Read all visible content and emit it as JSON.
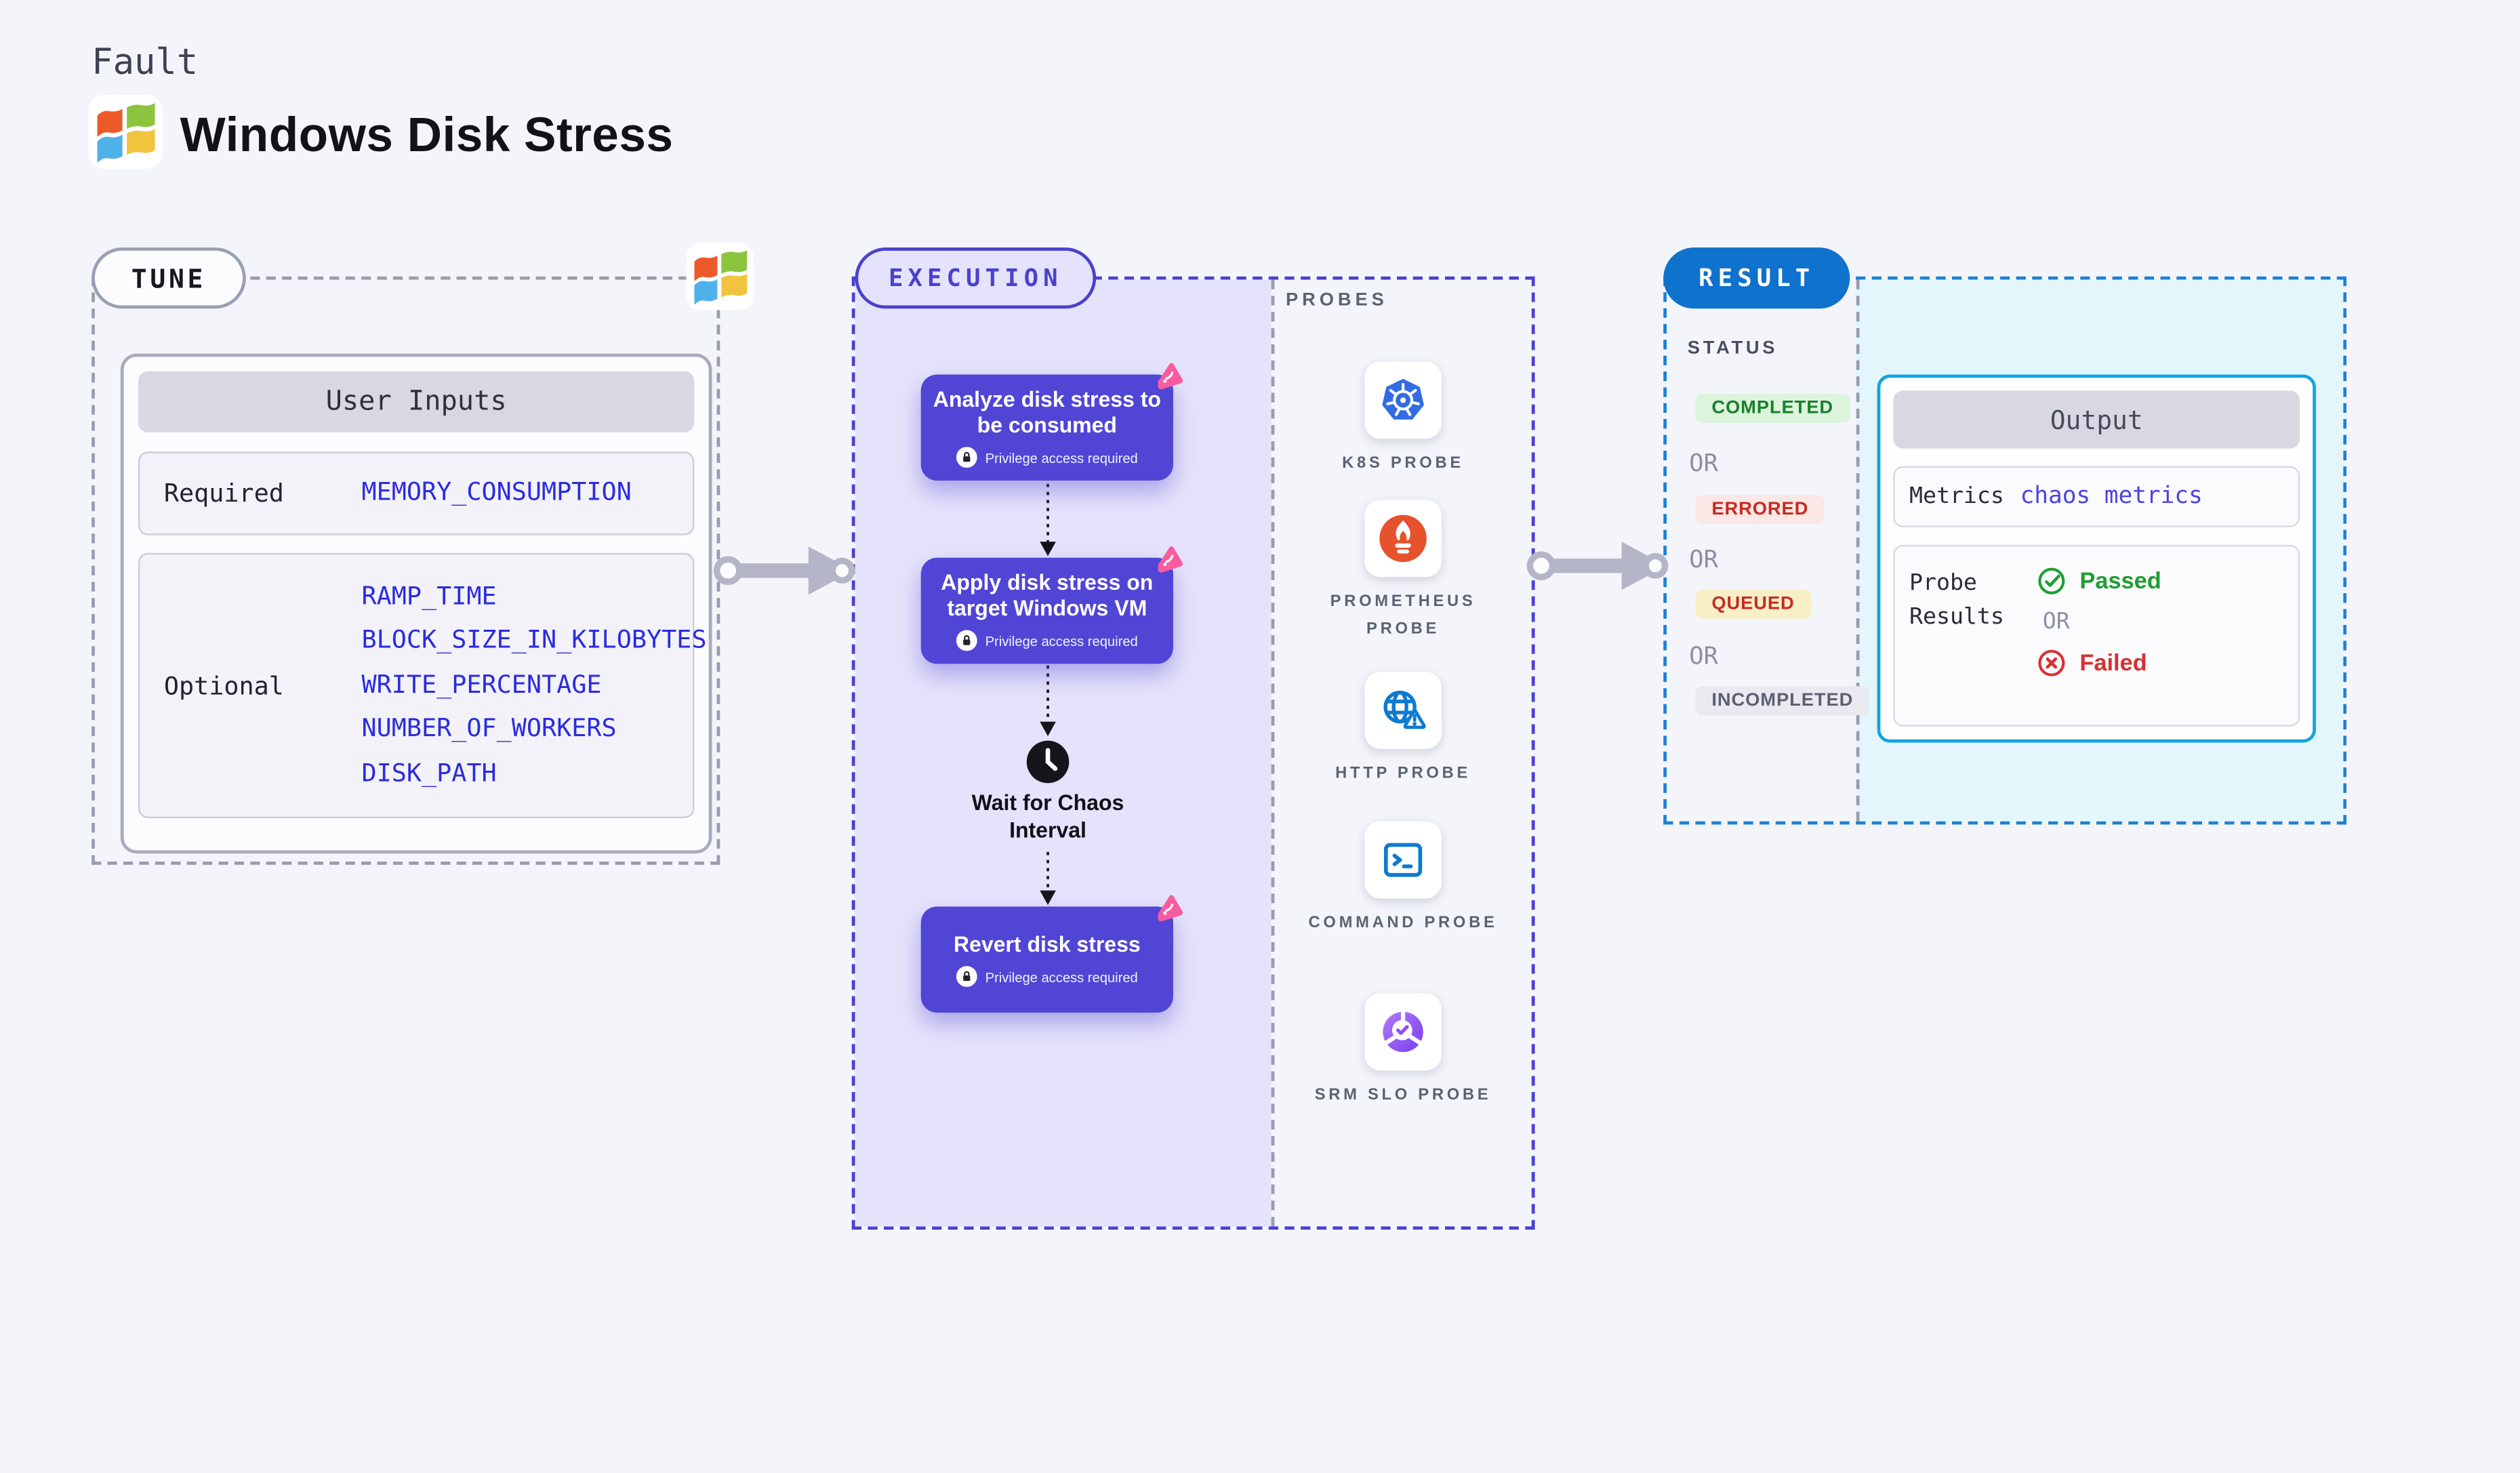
{
  "page": {
    "background": "#f3f5fa"
  },
  "header": {
    "kicker": "Fault",
    "title": "Windows Disk Stress",
    "logo_icon": "windows-logo"
  },
  "tune": {
    "label": "TUNE",
    "corner_icon": "windows-logo",
    "user_inputs": {
      "title": "User Inputs",
      "param_color": "#2b2be0",
      "rows": [
        {
          "label": "Required",
          "params": [
            "MEMORY_CONSUMPTION"
          ]
        },
        {
          "label": "Optional",
          "params": [
            "RAMP_TIME",
            "BLOCK_SIZE_IN_KILOBYTES",
            "WRITE_PERCENTAGE",
            "NUMBER_OF_WORKERS",
            "DISK_PATH"
          ]
        }
      ]
    }
  },
  "execution": {
    "label": "EXECUTION",
    "accent_color": "#4a41cf",
    "step_fill_color": "#5145d6",
    "steps": [
      {
        "title": "Analyze disk stress to be consumed",
        "badge": "Privilege access required",
        "corner_icon": "chaos-icon"
      },
      {
        "title": "Apply disk stress on target Windows VM",
        "badge": "Privilege access required",
        "corner_icon": "chaos-icon"
      },
      {
        "title": "Revert disk stress",
        "badge": "Privilege access required",
        "corner_icon": "chaos-icon"
      }
    ],
    "wait_step": {
      "label": "Wait for Chaos Interval",
      "icon": "clock-icon"
    },
    "probes": {
      "title": "PROBES",
      "items": [
        {
          "label": "K8S PROBE",
          "icon": "kubernetes-icon",
          "color": "#326ce5"
        },
        {
          "label": "PROMETHEUS PROBE",
          "icon": "prometheus-icon",
          "color": "#e6522c"
        },
        {
          "label": "HTTP PROBE",
          "icon": "globe-warning-icon",
          "color": "#0e7ad1"
        },
        {
          "label": "COMMAND PROBE",
          "icon": "terminal-icon",
          "color": "#0e7ad1"
        },
        {
          "label": "SRM SLO PROBE",
          "icon": "slo-check-icon",
          "color": "#8a4ff2"
        }
      ]
    }
  },
  "result": {
    "label": "RESULT",
    "accent_color": "#0f72cc",
    "status": {
      "title": "STATUS",
      "separator": "OR",
      "badges": [
        {
          "label": "COMPLETED",
          "bg": "#dcf3dc",
          "color": "#18802c"
        },
        {
          "label": "ERRORED",
          "bg": "#fbe7e5",
          "color": "#c62a21"
        },
        {
          "label": "QUEUED",
          "bg": "#f8efc6",
          "color": "#c62a21"
        },
        {
          "label": "INCOMPLETED",
          "bg": "#e9e9f0",
          "color": "#5c6071"
        }
      ]
    },
    "output": {
      "title": "Output",
      "metrics_label": "Metrics",
      "metrics_value": "chaos metrics",
      "metrics_value_color": "#4a43e2",
      "probe_results_label": "Probe Results",
      "passed_label": "Passed",
      "passed_color": "#1e9e30",
      "or_label": "OR",
      "failed_label": "Failed",
      "failed_color": "#d63030"
    }
  }
}
